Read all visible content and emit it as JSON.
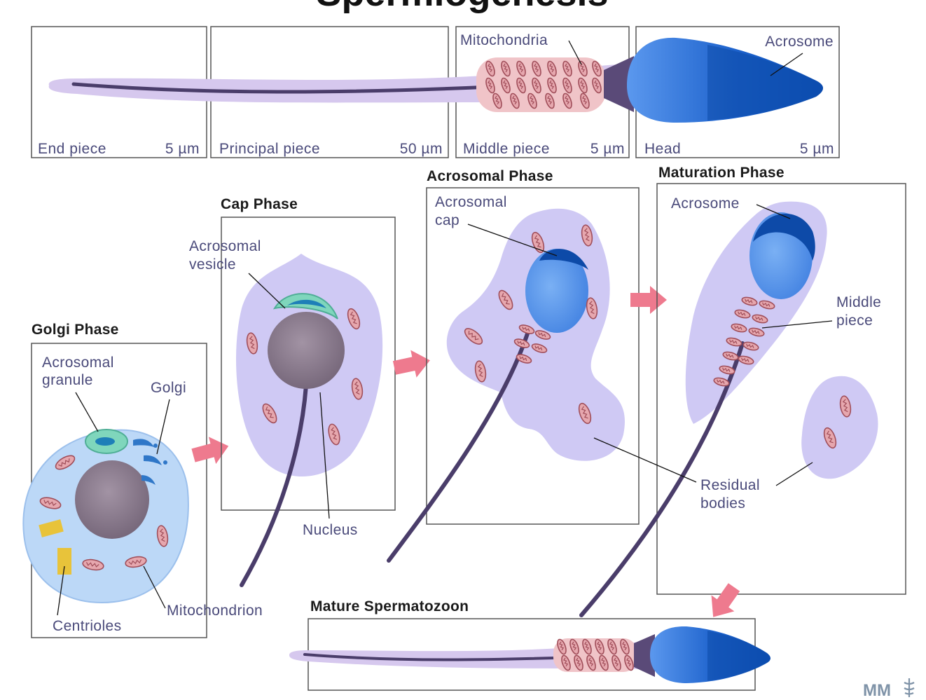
{
  "title": "Spermiogenesis",
  "top_strip": {
    "segments": [
      {
        "name": "End piece",
        "size": "5 µm"
      },
      {
        "name": "Principal piece",
        "size": "50 µm"
      },
      {
        "name": "Middle piece",
        "size": "5 µm"
      },
      {
        "name": "Head",
        "size": "5 µm"
      }
    ],
    "labels": {
      "mitochondria": "Mitochondria",
      "acrosome": "Acrosome"
    }
  },
  "phases": {
    "golgi": {
      "title": "Golgi Phase",
      "acrosomal_granule": [
        "Acrosomal",
        "granule"
      ],
      "golgi": "Golgi",
      "centrioles": "Centrioles",
      "mitochondrion": "Mitochondrion"
    },
    "cap": {
      "title": "Cap Phase",
      "acrosomal_vesicle": [
        "Acrosomal",
        "vesicle"
      ],
      "nucleus": "Nucleus"
    },
    "acrosomal": {
      "title": "Acrosomal Phase",
      "acrosomal_cap": [
        "Acrosomal",
        "cap"
      ]
    },
    "maturation": {
      "title": "Maturation Phase",
      "acrosome": "Acrosome",
      "middle_piece": [
        "Middle",
        "piece"
      ],
      "residual_bodies": [
        "Residual",
        "bodies"
      ]
    },
    "mature": {
      "title": "Mature Spermatozoon"
    }
  },
  "logo": "MM",
  "colors": {
    "cytoplasm": "#cfc9f4",
    "golgi_cell": "#bcd8f7",
    "nucleus": "#8f8090",
    "acrosome_light": "#5a93e8",
    "acrosome_dark": "#0b4fb8",
    "mitochondria": "#e6a7ae",
    "vesicle": "#7fd6bc",
    "arrow": "#ee7a8e",
    "centriole": "#e8c33a"
  }
}
